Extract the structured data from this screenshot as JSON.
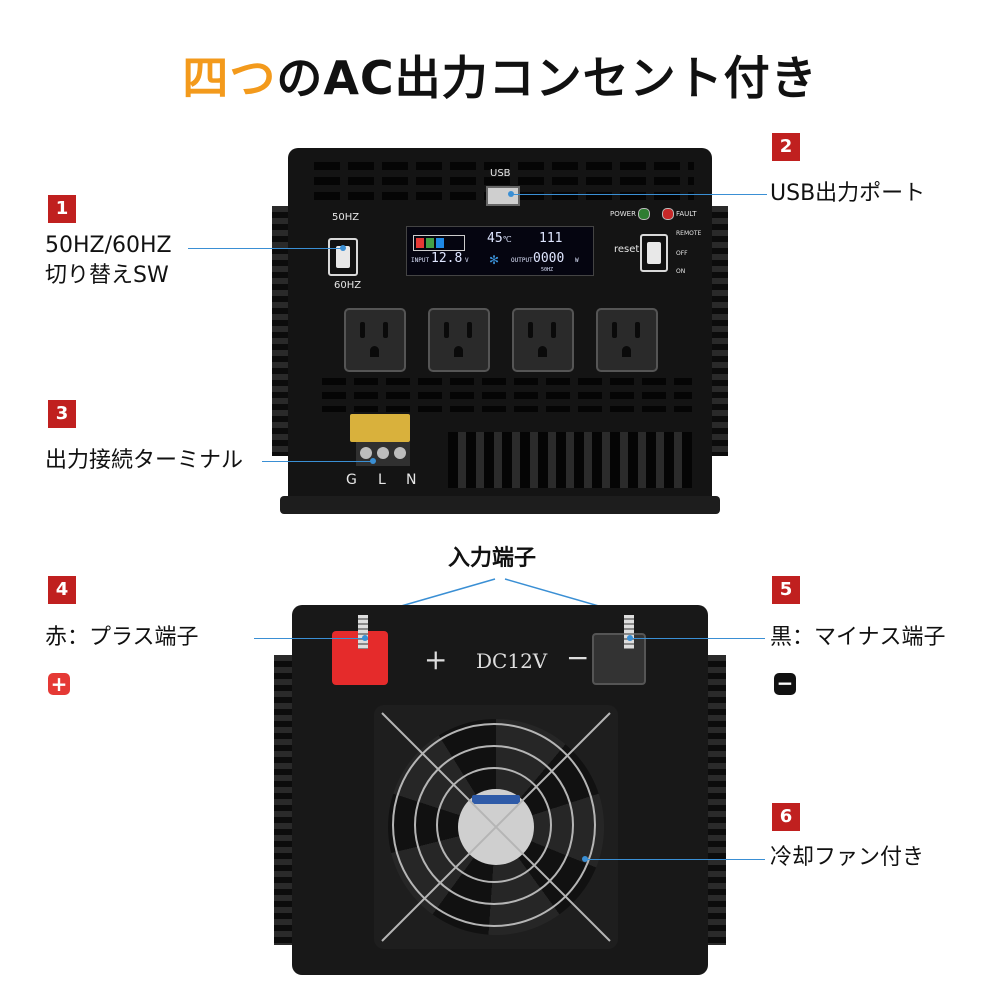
{
  "title": {
    "accent": "四つ",
    "rest": "のAC出力コンセント付き"
  },
  "callouts": [
    {
      "num": "1",
      "line1": "50HZ/60HZ",
      "line2": "切り替えSW"
    },
    {
      "num": "2",
      "label": "USB出力ポート"
    },
    {
      "num": "3",
      "label": "出力接続ターミナル"
    },
    {
      "num": "4",
      "label": "赤：プラス端子",
      "sign": "+"
    },
    {
      "num": "5",
      "label": "黒：マイナス端子",
      "sign": "−"
    },
    {
      "num": "6",
      "label": "冷却ファン付き"
    }
  ],
  "input_label": "入力端子",
  "front": {
    "freq_top": "50HZ",
    "freq_bottom": "60HZ",
    "usb": "USB",
    "power": "POWER",
    "fault": "FAULT",
    "reset": "reset",
    "remote": "REMOTE",
    "off": "OFF",
    "on": "ON",
    "terminals": [
      "G",
      "L",
      "N"
    ],
    "lcd": {
      "temp": "45",
      "temp_unit": "℃",
      "output_v": "111",
      "input_v": "12.8",
      "output_w": "0000",
      "freq": "50HZ",
      "input_label": "INPUT",
      "output_label": "OUTPUT",
      "v": "V",
      "w": "W"
    }
  },
  "back": {
    "plus": "+",
    "dc": "DC12V",
    "minus": "−"
  },
  "colors": {
    "accent": "#f39a1c",
    "badge": "#c0201f",
    "leader": "#3a8fd4"
  }
}
